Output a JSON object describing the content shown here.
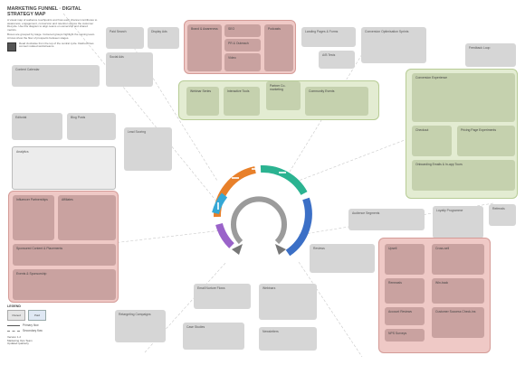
{
  "header": {
    "title": "MARKETING FUNNEL · DIGITAL STRATEGY MAP",
    "body": "A visual map of audience touchpoints and how each channel contributes to awareness, engagement, conversion and retention across the customer lifecycle. Use this diagram to align teams on ownership and shared metrics.",
    "body2": "Boxes are grouped by stage. Coloured groups highlight the owning team. Arrows show the flow of prospects between stages.",
    "note": "Read clockwise from the top of the central cycle. Dashed lines connect related workstreams."
  },
  "boxes": {
    "top_a": "Paid Search",
    "top_b": "Display Ads",
    "top_c": "Social Ads",
    "left_a": "Content Calendar",
    "left_b": "Editorial",
    "left_c": "Blog Posts",
    "mid_a": "Analytics",
    "right_top_a": "Landing Pages & Forms",
    "right_top_b": "Conversion Optimisation Sprints",
    "right_top_c": "A/B Tests",
    "right_far": "Feedback Loop",
    "lower_mid": "Audience Segments",
    "lower_right_a": "Loyalty Programme",
    "lower_right_b": "Referrals",
    "lower_right_c": "Reviews",
    "center_low": "Lead Scoring",
    "bottom_a": "Email Nurture Flows",
    "bottom_b": "Webinars",
    "bottom_c": "Case Studies",
    "bottom_d": "Newsletters",
    "bottom_e": "Retargeting Campaigns"
  },
  "red_top": {
    "title": "Brand & Awareness",
    "a": "SEO",
    "b": "PR & Outreach",
    "c": "Video",
    "d": "Podcasts"
  },
  "green_mid": {
    "a": "Webinar Series",
    "b": "Interactive Tools",
    "c": "Partner Co-marketing",
    "d": "Community Events"
  },
  "green_right": {
    "title": "Conversion Experience",
    "a": "Checkout",
    "b": "Pricing Page Experiments",
    "c": "Onboarding Emails & In-app Tours"
  },
  "red_left": {
    "a": "Influencer Partnerships",
    "b": "Affiliates",
    "c": "Sponsored Content & Placements",
    "d": "Events & Sponsorship"
  },
  "red_right": {
    "a": "Upsell",
    "b": "Cross-sell",
    "c": "Renewals",
    "d": "Win-back",
    "e": "Account Reviews",
    "f": "Customer Success Check-ins",
    "g": "NPS Surveys"
  },
  "legend": {
    "title": "LEGEND",
    "k1": "Owned",
    "k2": "Paid",
    "l1": "Primary flow",
    "l2": "Secondary flow",
    "footer": "Version 1.2",
    "footer2": "Marketing Ops Team",
    "footer3": "Updated quarterly"
  },
  "colors": {
    "orange": "#e8802a",
    "teal": "#2bb391",
    "blue": "#3b6fc6",
    "purple": "#9a63c9",
    "cyan": "#35a8d6",
    "grey": "#9b9b9b"
  }
}
